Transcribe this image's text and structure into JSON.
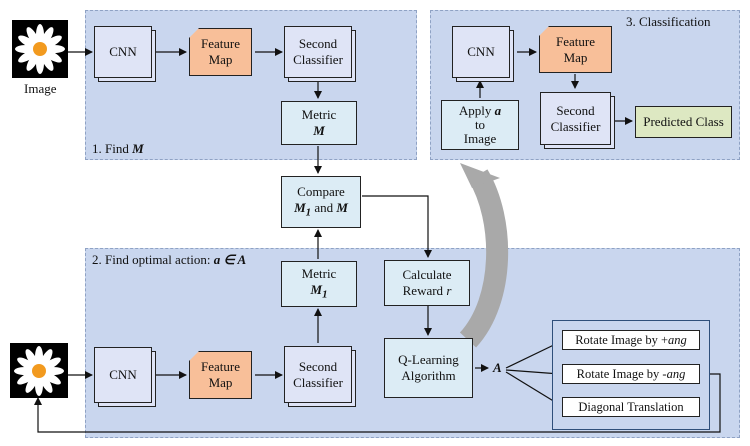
{
  "input": {
    "image_label": "Image"
  },
  "panel1": {
    "title_prefix": "1. Find ",
    "title_var": "M",
    "cnn": "CNN",
    "feature_map": [
      "Feature",
      "Map"
    ],
    "second_classifier": [
      "Second",
      "Classifier"
    ],
    "metric": [
      "Metric",
      "M"
    ]
  },
  "panel3": {
    "title": "3. Classification",
    "cnn": "CNN",
    "feature_map": [
      "Feature",
      "Map"
    ],
    "apply": [
      "Apply",
      "a",
      "to",
      "Image"
    ],
    "second_classifier": [
      "Second",
      "Classifier"
    ],
    "predicted_class": "Predicted Class"
  },
  "compare": {
    "line1": "Compare",
    "m1": "M",
    "sub": "1",
    "and": " and ",
    "m": "M"
  },
  "panel2": {
    "title_prefix": "2. Find optimal action: ",
    "title_var": "a ∈ A",
    "cnn": "CNN",
    "feature_map": [
      "Feature",
      "Map"
    ],
    "second_classifier": [
      "Second",
      "Classifier"
    ],
    "metric": [
      "Metric",
      "M",
      "1"
    ],
    "reward": [
      "Calculate",
      "Reward ",
      "r"
    ],
    "qlearning": [
      "Q-Learning",
      "Algorithm"
    ],
    "action_set_label": "A",
    "actions": [
      "Rotate Image by +ang",
      "Rotate Image by -ang",
      "Diagonal Translation"
    ],
    "action_parts": [
      [
        "Rotate Image by +",
        "ang"
      ],
      [
        "Rotate Image by -",
        "ang"
      ],
      [
        "Diagonal Translation",
        ""
      ]
    ]
  }
}
